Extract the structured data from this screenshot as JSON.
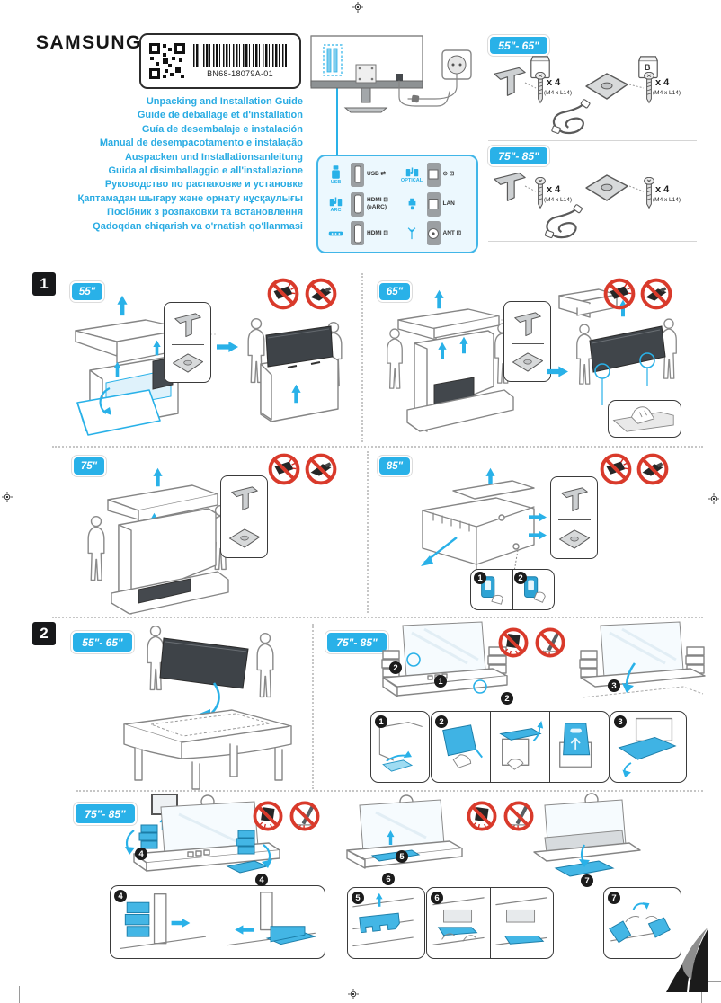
{
  "header": {
    "brand": "SAMSUNG",
    "part_number": "BN68-18079A-01",
    "titles": [
      "Unpacking and Installation Guide",
      "Guide de déballage et d'installation",
      "Guía de desembalaje e instalación",
      "Manual de desempacotamento e instalação",
      "Auspacken und Installationsanleitung",
      "Guida al disimballaggio e all'installazione",
      "Руководство по распаковке и установке",
      "Қаптамадан шығару және орнату нұсқаулығы",
      "Посібник з розпаковки та встановлення",
      "Qadoqdan chiqarish va o'rnatish qo'llanmasi"
    ]
  },
  "ports": {
    "left": [
      {
        "icon_label": "USB",
        "label": "USB ⇄"
      },
      {
        "icon_label": "ARC",
        "label": "HDMI ⊡\n(eARC)"
      },
      {
        "icon_label": "",
        "label": "HDMI ⊡"
      }
    ],
    "right": [
      {
        "icon_label": "OPTICAL",
        "label": "⊙ ⊡"
      },
      {
        "icon_label": "",
        "label": "LAN"
      },
      {
        "icon_label": "",
        "label": "ANT ⊡"
      }
    ]
  },
  "kits": [
    {
      "badge": "55\"- 65\"",
      "packet_label": "B",
      "screw1_qty": "x 4",
      "screw1_spec": "(M4 x L14)",
      "screw2_qty": "x 4",
      "screw2_spec": "(M4 x L14)"
    },
    {
      "badge": "75\"- 85\"",
      "screw1_qty": "x 4",
      "screw1_spec": "(M4 x L14)",
      "screw2_qty": "x 4",
      "screw2_spec": "(M4 x L14)"
    }
  ],
  "section1": {
    "number": "1",
    "badge_55": "55\"",
    "badge_65": "65\"",
    "badge_75": "75\"",
    "badge_85": "85\""
  },
  "section2": {
    "number": "2",
    "badge_top_left": "55\"- 65\"",
    "badge_top_right": "75\"- 85\"",
    "badge_bottom": "75\"- 85\""
  },
  "steps": {
    "n1": "1",
    "n2": "2",
    "n3": "3",
    "n4": "4",
    "n5": "5",
    "n6": "6",
    "n7": "7"
  },
  "colors": {
    "accent": "#29b1e8",
    "prohibit_red": "#d93a2b",
    "dark": "#1b1b1b"
  }
}
